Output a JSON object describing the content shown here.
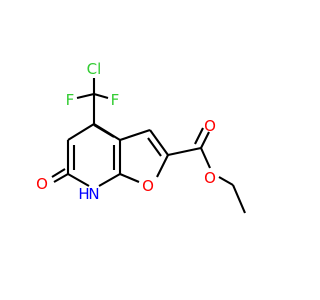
{
  "molecule": {
    "atoms": {
      "chlorine": {
        "label": "Cl",
        "color": "#33cc33"
      },
      "fluorine_left": {
        "label": "F",
        "color": "#33cc33"
      },
      "fluorine_right": {
        "label": "F",
        "color": "#33cc33"
      },
      "oxygen_carbonyl_ring": {
        "label": "O",
        "color": "#ff0000"
      },
      "nitrogen_hydrogen": {
        "label": "H",
        "color": "#0000ff"
      },
      "nitrogen": {
        "label": "N",
        "color": "#0000ff"
      },
      "oxygen_furan": {
        "label": "O",
        "color": "#ff0000"
      },
      "oxygen_ester_carbonyl": {
        "label": "O",
        "color": "#ff0000"
      },
      "oxygen_ester": {
        "label": "O",
        "color": "#ff0000"
      }
    },
    "bond_color": "#000000"
  }
}
